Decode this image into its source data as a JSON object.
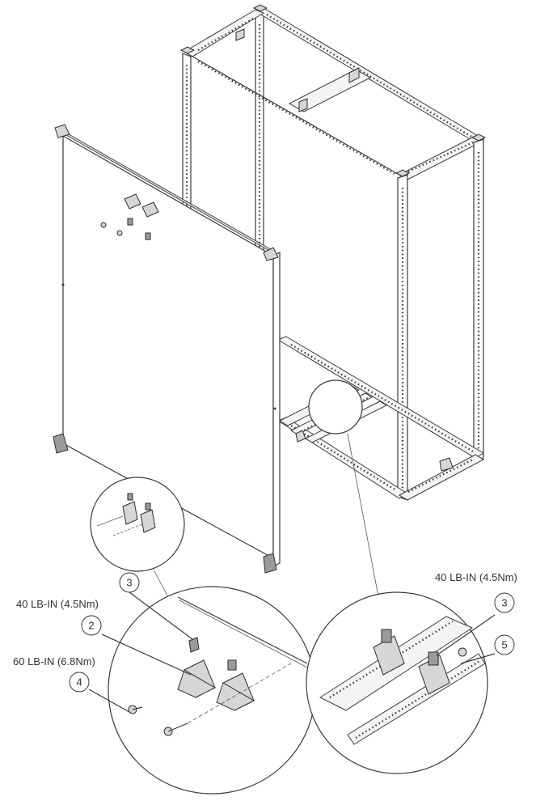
{
  "callouts": {
    "left_3": "3",
    "left_2": "2",
    "left_4": "4",
    "right_3": "3",
    "right_5": "5"
  },
  "torque": {
    "left_upper": "40 LB-IN (4.5Nm)",
    "left_lower": "60 LB-IN (6.8Nm)",
    "right_upper": "40 LB-IN (4.5Nm)"
  },
  "colors": {
    "line": "#3a3a3a",
    "text": "#333333",
    "part_fill": "#d6d6d6"
  }
}
